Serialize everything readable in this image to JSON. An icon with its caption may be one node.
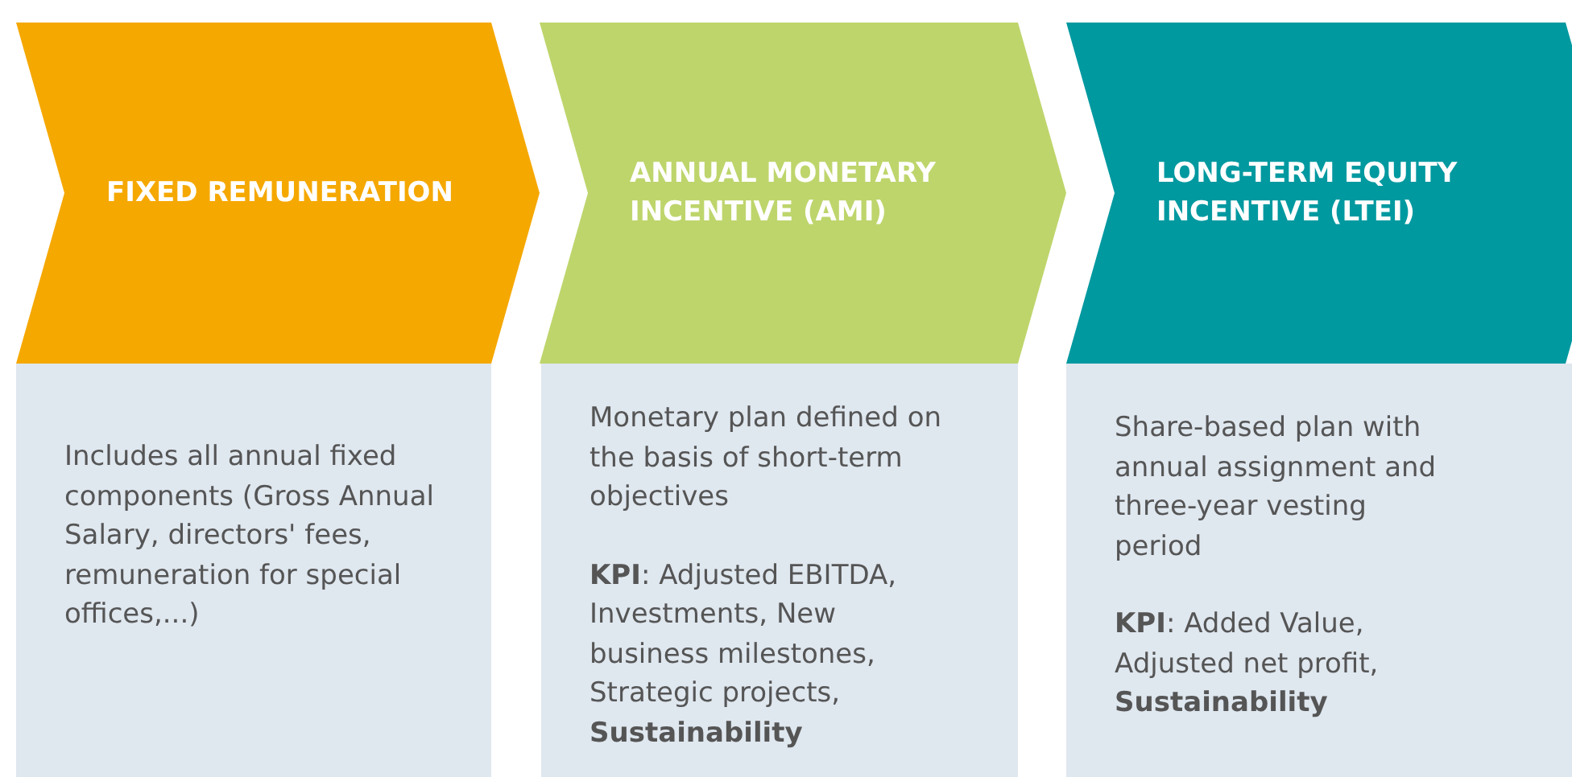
{
  "diagram": {
    "nodes": [
      {
        "text": [
          "FIXED REMUNERATION"
        ]
      },
      {
        "text": [
          "Includes all annual fixed components (Gross Annual Salary, directors' fees, remuneration for special offices,...)"
        ]
      },
      {
        "text": [
          "ANNUAL MONETARY INCENTIVE (AMI)"
        ]
      },
      {
        "text": [
          "Monetary plan defined on the basis of short-term objectives",
          "**KPI**: Adjusted EBITDA, Investments, New business milestones, Strategic projects, **Sustainability**"
        ]
      },
      {
        "text": [
          "LONG-TERM EQUITY INCENTIVE (LTEI)"
        ]
      },
      {
        "text": [
          "Share-based plan with annual assignment and three-year vesting period",
          "**KPI**: Added Value, Adjusted net profit, **Sustainability**"
        ]
      }
    ]
  }
}
